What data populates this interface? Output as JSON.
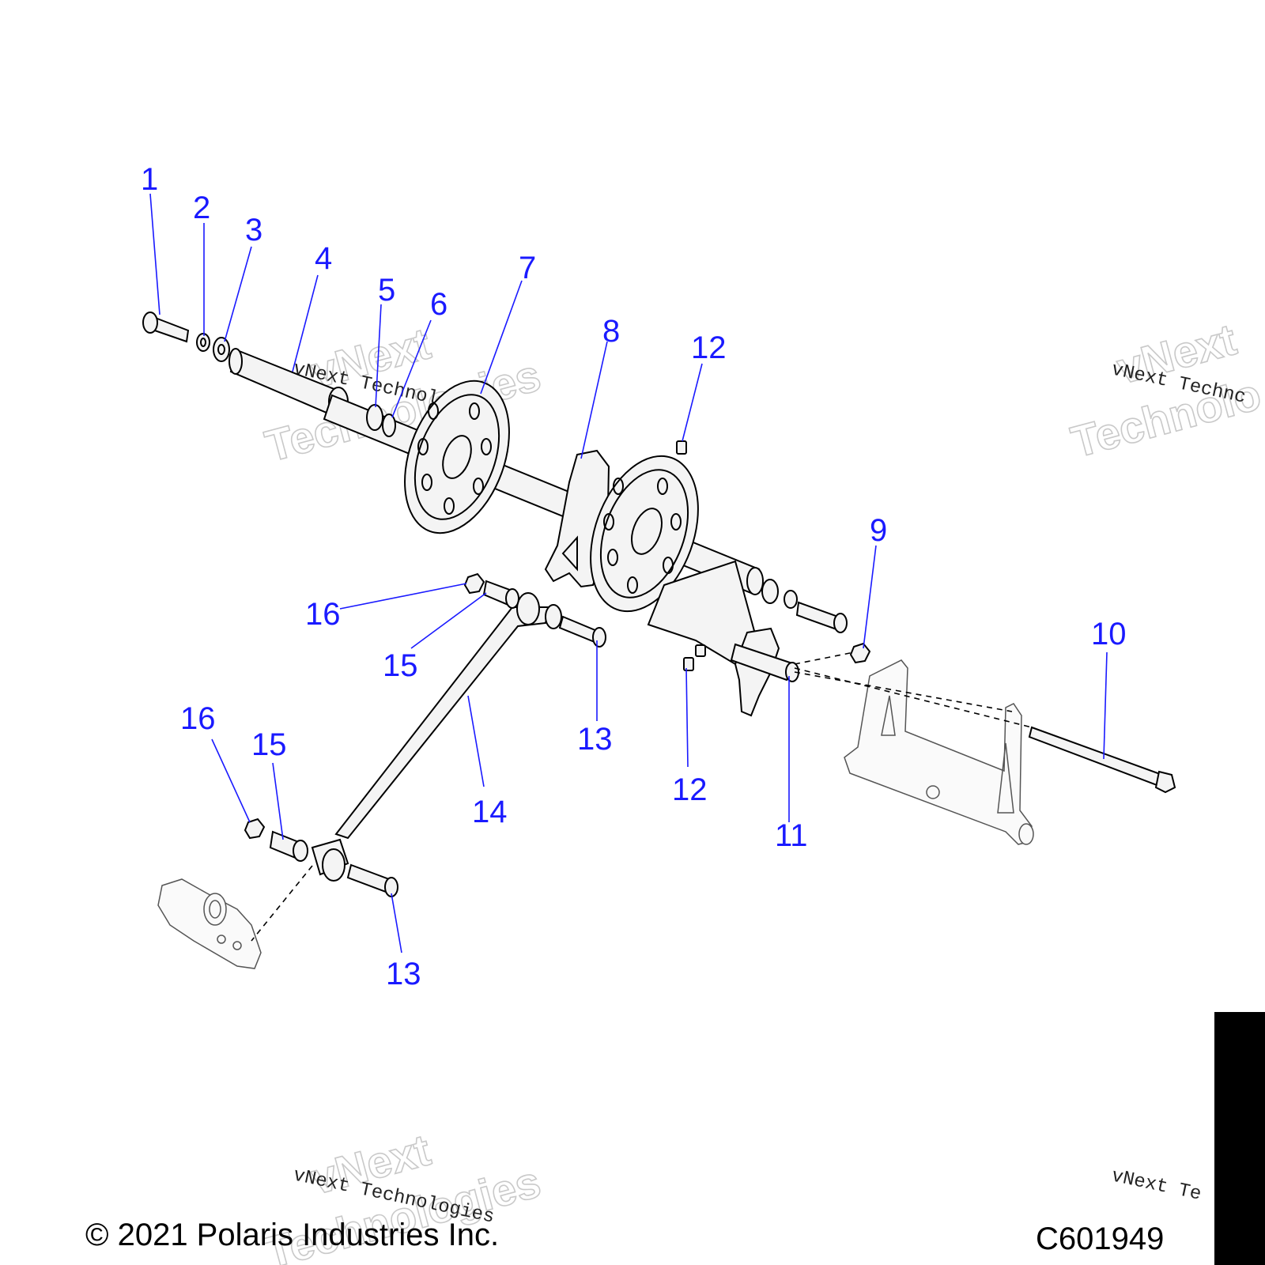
{
  "callouts": [
    {
      "id": "1",
      "label": "1"
    },
    {
      "id": "2",
      "label": "2"
    },
    {
      "id": "3",
      "label": "3"
    },
    {
      "id": "4",
      "label": "4"
    },
    {
      "id": "5",
      "label": "5"
    },
    {
      "id": "6",
      "label": "6"
    },
    {
      "id": "7",
      "label": "7"
    },
    {
      "id": "8",
      "label": "8"
    },
    {
      "id": "9",
      "label": "9"
    },
    {
      "id": "10",
      "label": "10"
    },
    {
      "id": "11",
      "label": "11"
    },
    {
      "id": "12a",
      "label": "12"
    },
    {
      "id": "12b",
      "label": "12"
    },
    {
      "id": "13a",
      "label": "13"
    },
    {
      "id": "13b",
      "label": "13"
    },
    {
      "id": "14",
      "label": "14"
    },
    {
      "id": "15a",
      "label": "15"
    },
    {
      "id": "15b",
      "label": "15"
    },
    {
      "id": "16a",
      "label": "16"
    },
    {
      "id": "16b",
      "label": "16"
    }
  ],
  "watermark": {
    "line1": "vNext",
    "line2": "Technologies",
    "small": "vNext Technologies",
    "small_cut_right": "vNext Technc",
    "small_cut_right2": "vNext Te",
    "line2_cut_right": "Technolo"
  },
  "footer": {
    "copyright": "© 2021 Polaris Industries Inc.",
    "code": "C601949"
  },
  "colors": {
    "callout": "#1a1aff",
    "line": "#000000",
    "watermark": "#c9c9c9"
  }
}
